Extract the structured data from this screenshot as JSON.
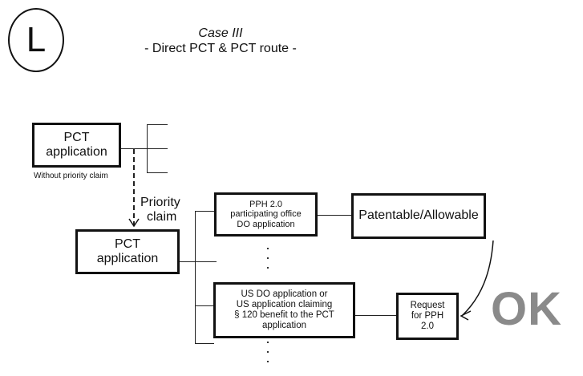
{
  "header": {
    "badge_letter": "L",
    "case_title": "Case III",
    "route_subtitle": "- Direct PCT & PCT route -"
  },
  "nodes": {
    "first_pct": {
      "line1": "PCT",
      "line2": "application",
      "note": "Without priority claim"
    },
    "priority_label": {
      "line1": "Priority",
      "line2": "claim"
    },
    "second_pct": {
      "line1": "PCT",
      "line2": "application"
    },
    "pph_office": {
      "line1": "PPH 2.0",
      "line2": "participating office",
      "line3": "DO application"
    },
    "patentable": {
      "label": "Patentable/Allowable"
    },
    "us_do": {
      "line1": "US DO application or",
      "line2": "US application claiming",
      "line3": "§ 120 benefit to the PCT",
      "line4": "application"
    },
    "request": {
      "line1": "Request",
      "line2": "for PPH",
      "line3": "2.0"
    }
  },
  "result": {
    "label": "OK",
    "color": "#8a8a8a"
  }
}
